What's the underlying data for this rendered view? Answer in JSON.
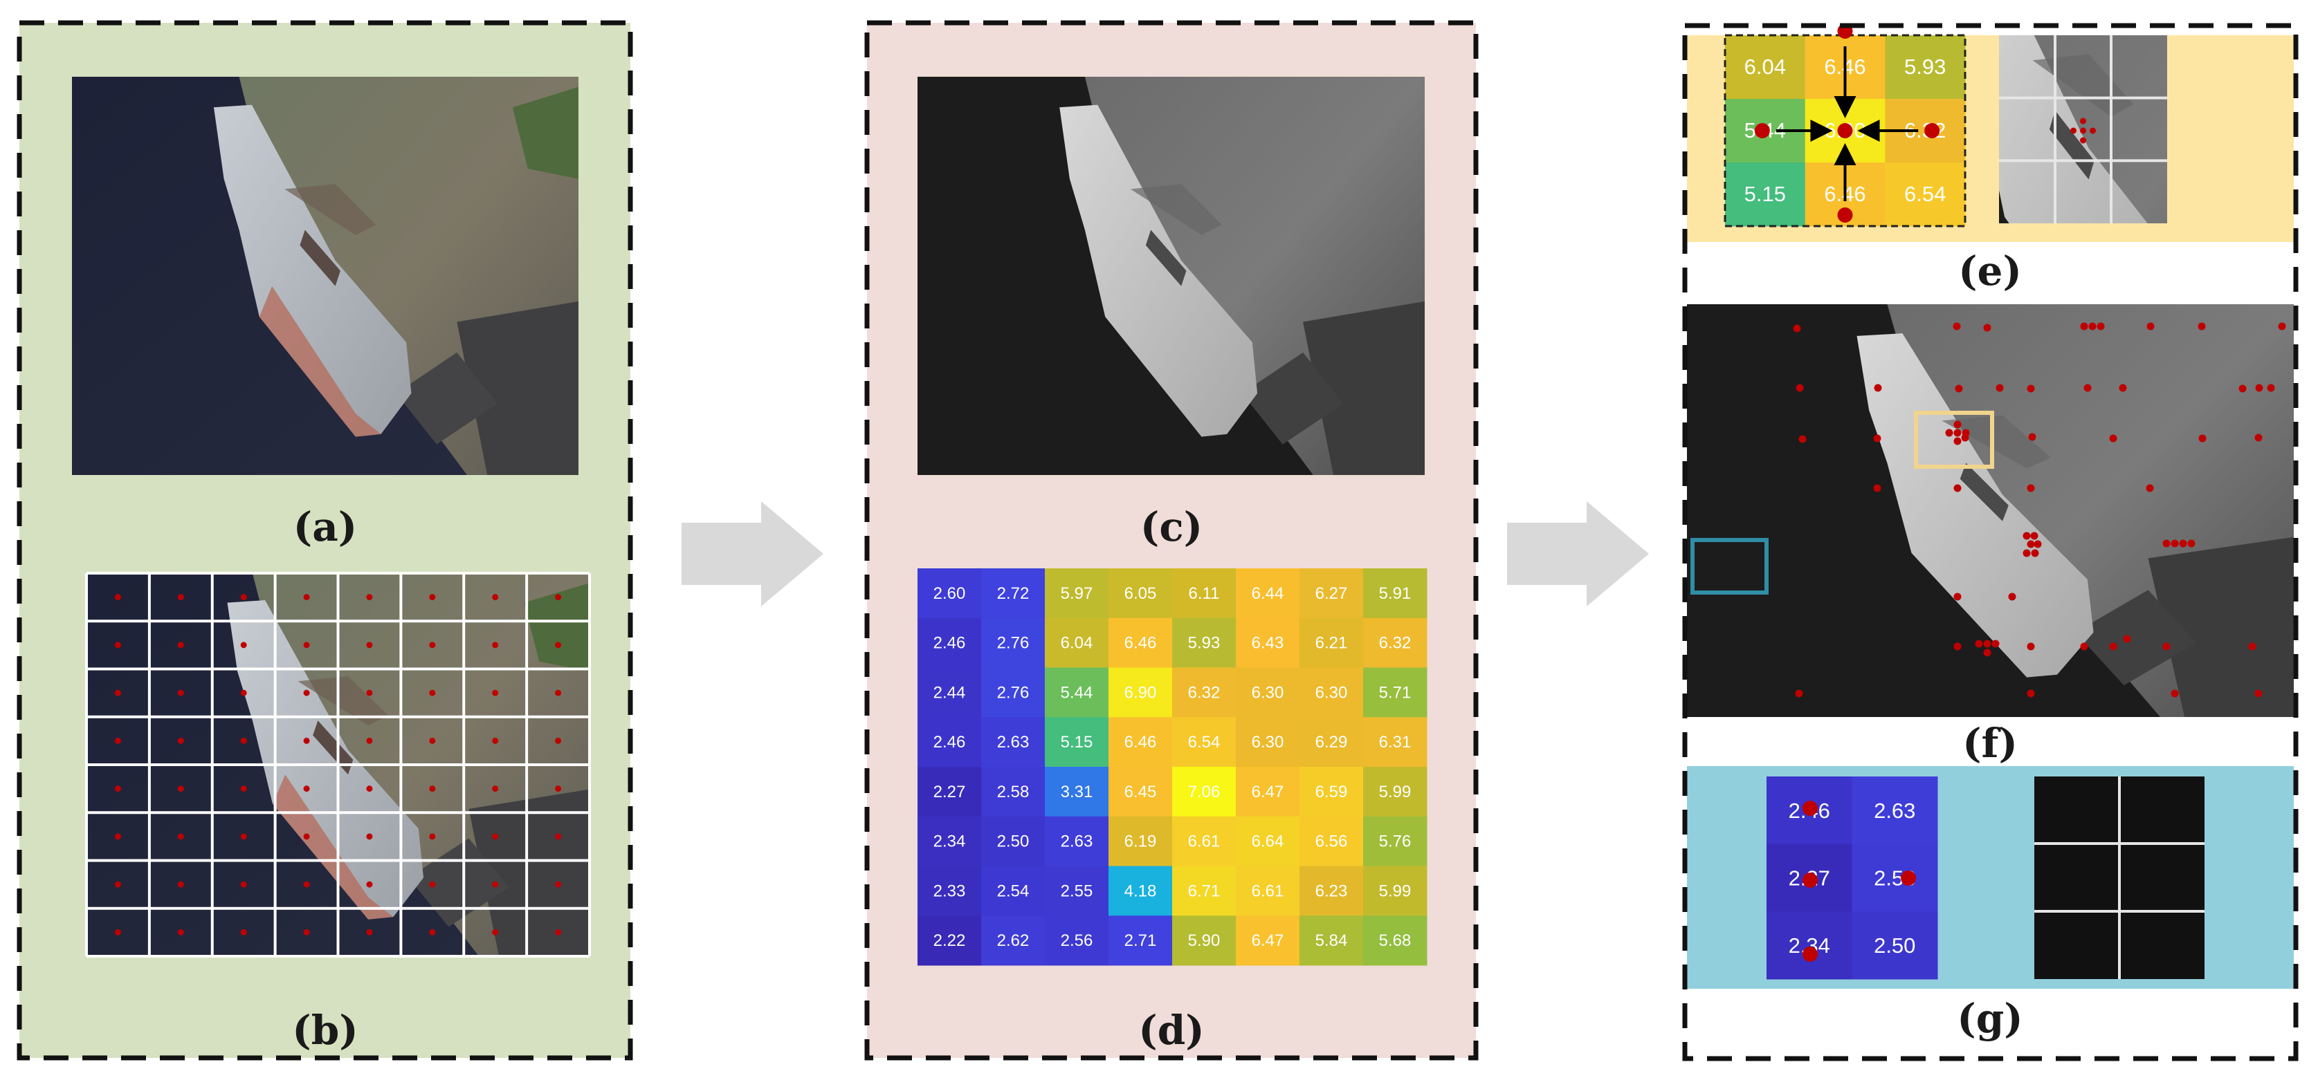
{
  "labels": {
    "a": "(a)",
    "b": "(b)",
    "c": "(c)",
    "d": "(d)",
    "e": "(e)",
    "f": "(f)",
    "g": "(g)"
  },
  "colors": {
    "panel_left": "#d5e1c0",
    "panel_mid": "#f0dcd8",
    "band_e": "#fde6a3",
    "band_g": "#92cfdc",
    "arrow": "#d9d9d9",
    "point": "#c00000",
    "box_yellow": "#f1d48e",
    "box_blue": "#2f8ea6"
  },
  "heatmap": {
    "rows": [
      [
        "2.60",
        "2.72",
        "5.97",
        "6.05",
        "6.11",
        "6.44",
        "6.27",
        "5.91"
      ],
      [
        "2.46",
        "2.76",
        "6.04",
        "6.46",
        "5.93",
        "6.43",
        "6.21",
        "6.32"
      ],
      [
        "2.44",
        "2.76",
        "5.44",
        "6.90",
        "6.32",
        "6.30",
        "6.30",
        "5.71"
      ],
      [
        "2.46",
        "2.63",
        "5.15",
        "6.46",
        "6.54",
        "6.30",
        "6.29",
        "6.31"
      ],
      [
        "2.27",
        "2.58",
        "3.31",
        "6.45",
        "7.06",
        "6.47",
        "6.59",
        "5.99"
      ],
      [
        "2.34",
        "2.50",
        "2.63",
        "6.19",
        "6.61",
        "6.64",
        "6.56",
        "5.76"
      ],
      [
        "2.33",
        "2.54",
        "2.55",
        "4.18",
        "6.71",
        "6.61",
        "6.23",
        "5.99"
      ],
      [
        "2.22",
        "2.62",
        "2.56",
        "2.71",
        "5.90",
        "6.47",
        "5.84",
        "5.68"
      ]
    ]
  },
  "zoom_e": {
    "rows": [
      [
        "6.04",
        "6.46",
        "5.93"
      ],
      [
        "5.44",
        "6.90",
        "6.32"
      ],
      [
        "5.15",
        "6.46",
        "6.54"
      ]
    ]
  },
  "zoom_g": {
    "rows": [
      [
        "2.46",
        "2.63"
      ],
      [
        "2.27",
        "2.58"
      ],
      [
        "2.34",
        "2.50"
      ]
    ]
  }
}
